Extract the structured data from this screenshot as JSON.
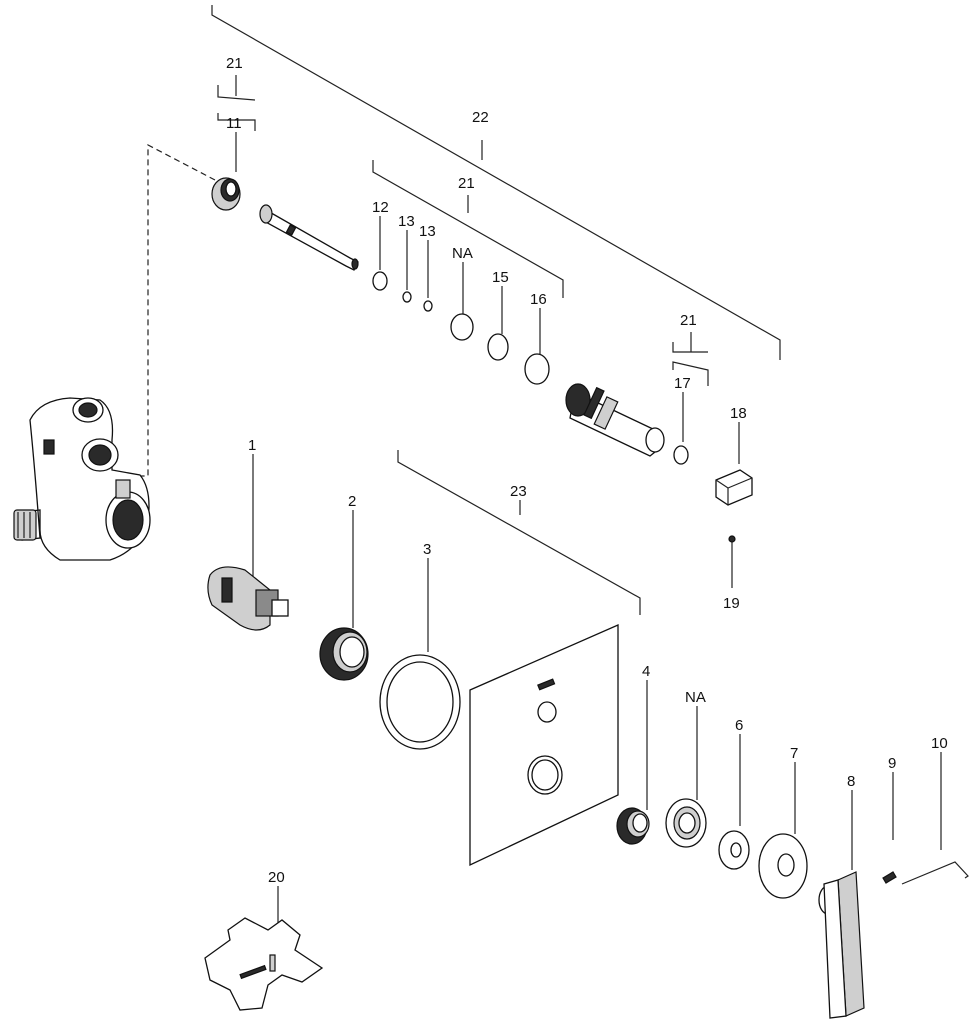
{
  "labels": {
    "l1": "1",
    "l2": "2",
    "l3": "3",
    "l4": "4",
    "l6": "6",
    "l7": "7",
    "l8": "8",
    "l9": "9",
    "l10": "10",
    "l11": "11",
    "l12": "12",
    "l13a": "13",
    "l13b": "13",
    "l15": "15",
    "l16": "16",
    "l17": "17",
    "l18": "18",
    "l19": "19",
    "l20": "20",
    "l21a": "21",
    "l21b": "21",
    "l21c": "21",
    "l22": "22",
    "l23": "23",
    "lna1": "NA",
    "lna2": "NA"
  }
}
